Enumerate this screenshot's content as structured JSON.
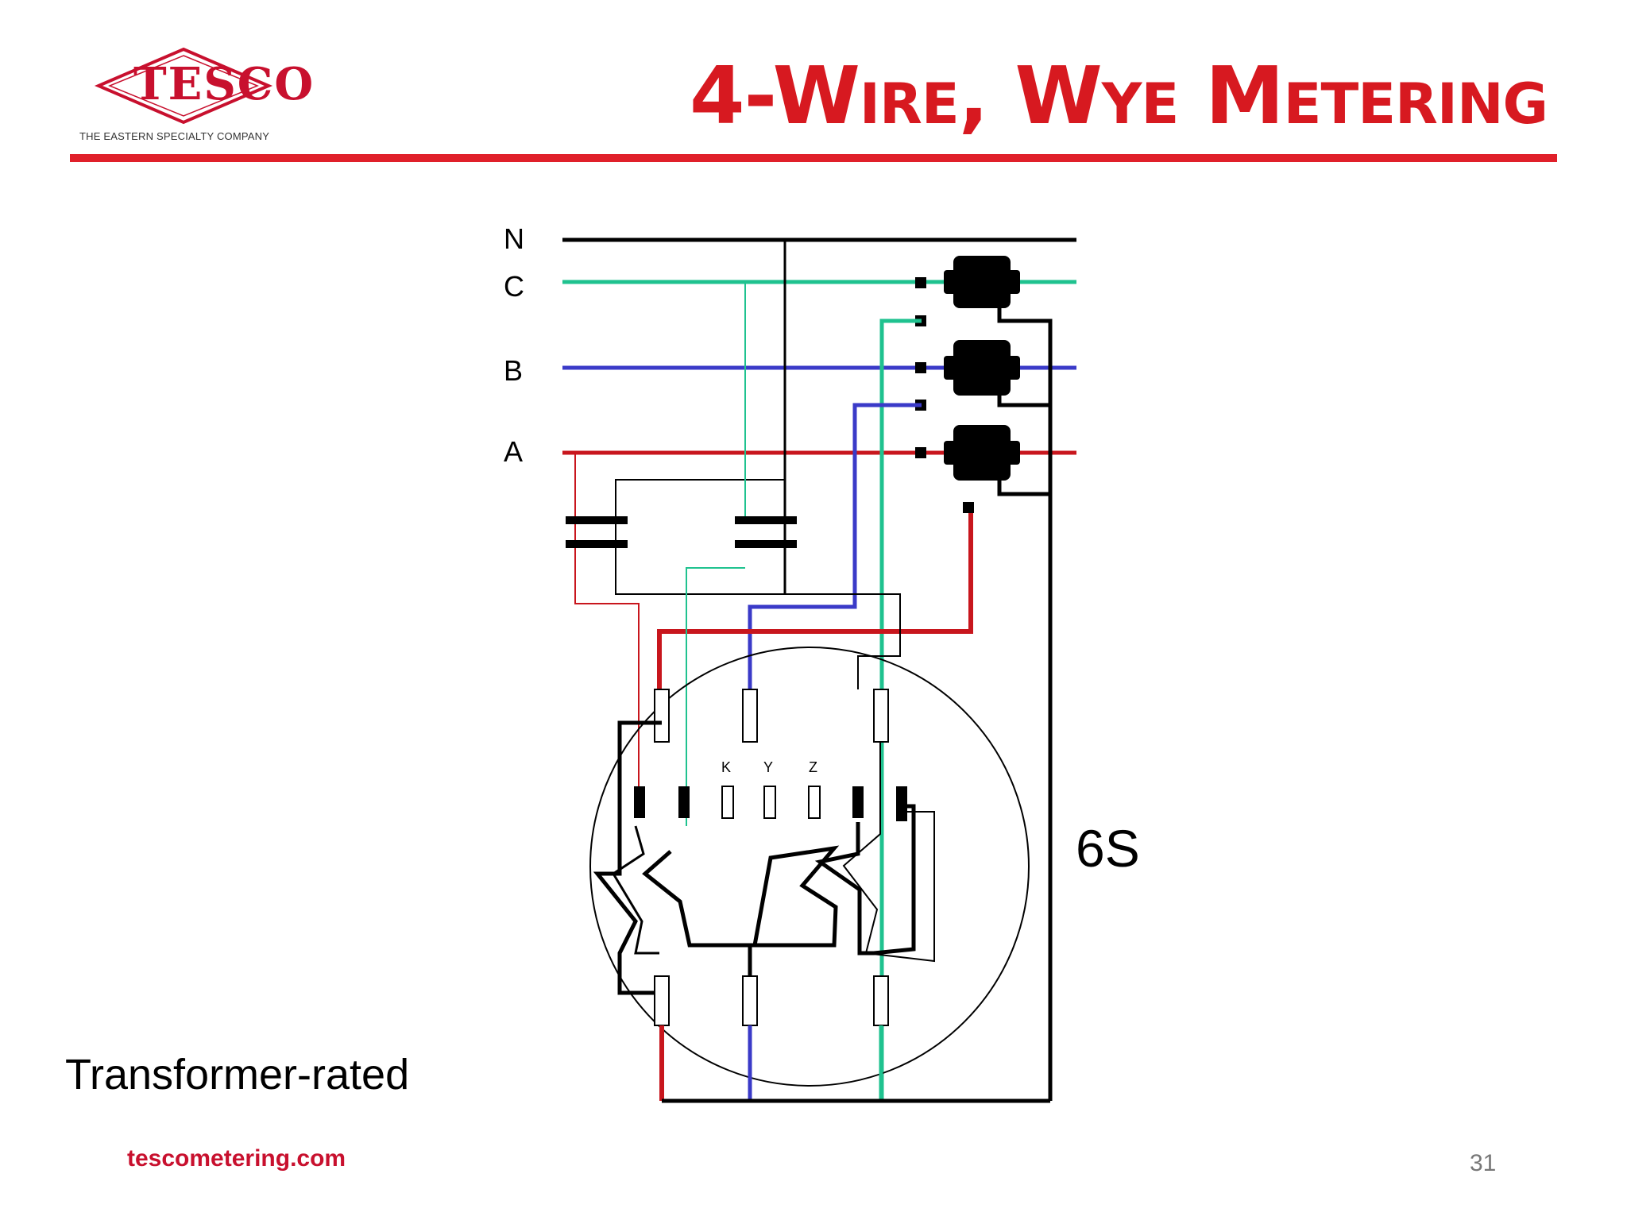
{
  "header": {
    "logo_text": "TESCO",
    "tagline": "THE EASTERN SPECIALTY COMPANY",
    "title": "4-Wire, Wye Metering"
  },
  "diagram": {
    "phase_labels": [
      "N",
      "C",
      "B",
      "A"
    ],
    "terminal_labels": [
      "K",
      "Y",
      "Z"
    ],
    "meter_form": "6S",
    "caption": "Transformer-rated"
  },
  "colors": {
    "accent": "#e0202a",
    "phase_n": "#000000",
    "phase_c": "#1fc28f",
    "phase_b": "#3a3ac8",
    "phase_a": "#c8161d"
  },
  "footer": {
    "url": "tescometering.com",
    "page_number": "31"
  }
}
